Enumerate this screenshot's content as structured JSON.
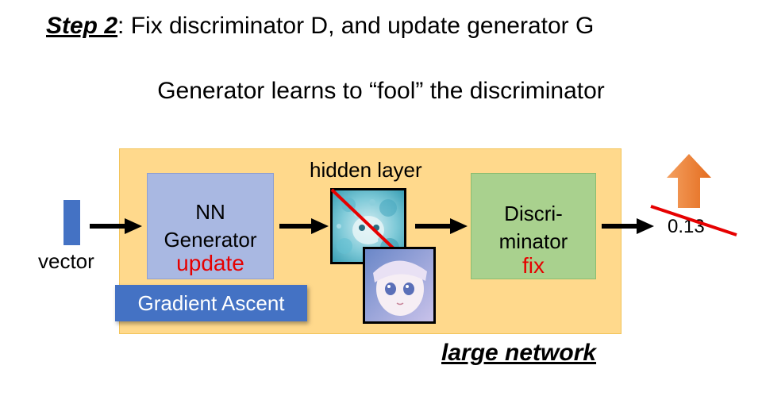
{
  "title": {
    "step": "Step 2",
    "text": ": Fix discriminator D, and update generator G"
  },
  "subtitle": "Generator learns to “fool” the discriminator",
  "input": {
    "label": "vector"
  },
  "generator": {
    "line1": "NN",
    "line2": "Generator",
    "status": "update"
  },
  "gradient_ascent": "Gradient Ascent",
  "hidden_layer": {
    "label": "hidden layer"
  },
  "discriminator": {
    "line1": "Discri-",
    "line2": "minator",
    "status": "fix"
  },
  "output": {
    "value": "0.13"
  },
  "large_network": "large network",
  "colors": {
    "container": "#ffd98c",
    "generator": "#a9b8e2",
    "discriminator": "#a9d18e",
    "accent_red": "#e60000",
    "blue": "#4472c4",
    "up_arrow": "#ed7d31"
  },
  "icons": [
    "up-arrow-icon",
    "strike-through-line",
    "arrow-right-icon"
  ]
}
